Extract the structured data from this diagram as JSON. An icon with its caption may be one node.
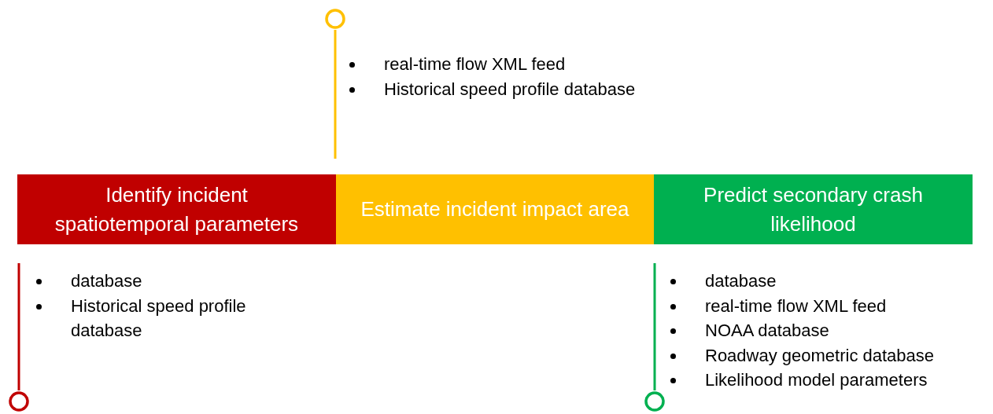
{
  "diagram": {
    "nodes": [
      {
        "text": [
          "Identify incident spatiotemporal parameters"
        ]
      },
      {
        "text": [
          "Estimate incident impact area"
        ]
      },
      {
        "text": [
          "Predict secondary crash likelihood"
        ]
      }
    ],
    "labels": [
      "real-time flow XML feed",
      "Historical speed profile database",
      "database",
      "Historical speed profile database",
      "database",
      "real-time flow XML feed",
      "NOAA database",
      "Roadway geometric database",
      "Likelihood model parameters"
    ]
  }
}
